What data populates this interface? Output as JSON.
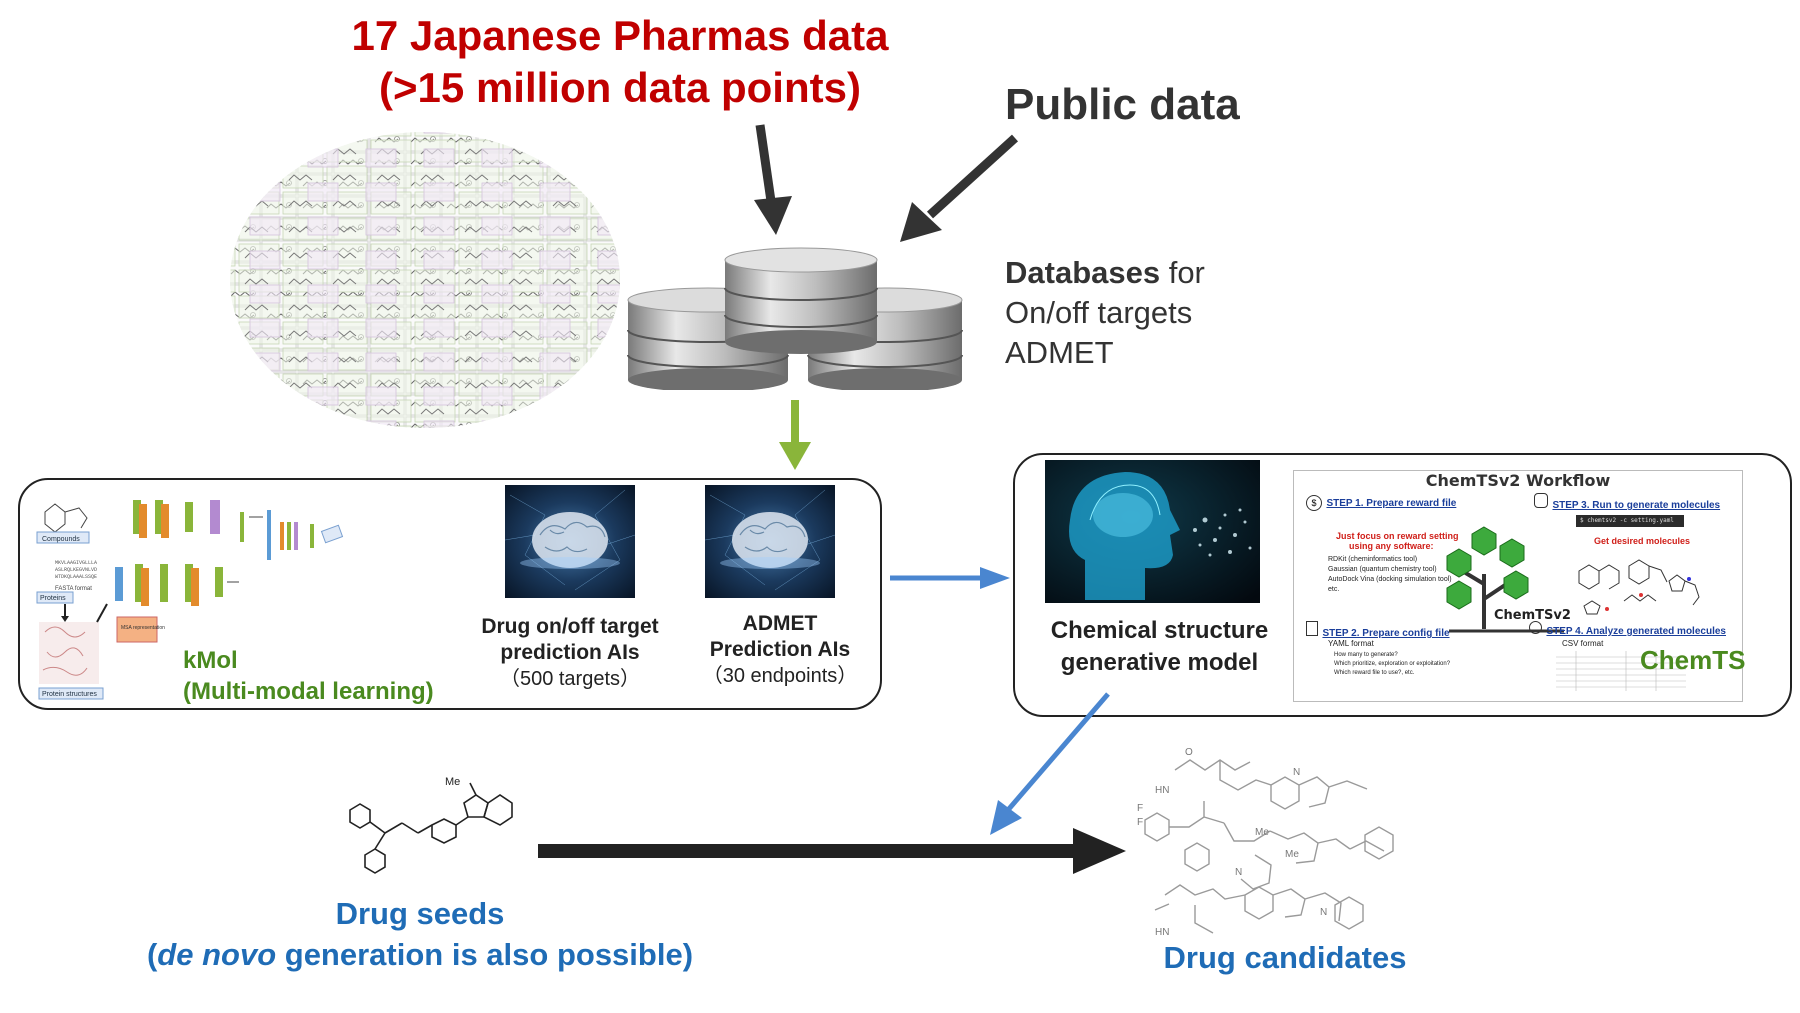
{
  "header": {
    "pharma_line1": "17 Japanese Pharmas data",
    "pharma_line2": "(>15 million data points)",
    "public_data": "Public data"
  },
  "databases": {
    "bold": "Databases",
    "rest": " for",
    "line2": "On/off targets",
    "line3": "ADMET"
  },
  "kmol_panel": {
    "label_line1": "kMol",
    "label_line2": "(Multi-modal learning)",
    "tags": {
      "compounds": "Compounds",
      "proteins": "Proteins",
      "protein_structures": "Protein structures",
      "fasta": "FASTA format",
      "msa": "MSA representation"
    },
    "ai1": {
      "line1": "Drug on/off target",
      "line2": "prediction AIs",
      "line3": "（500 targets）"
    },
    "ai2": {
      "line1": "ADMET",
      "line2": "Prediction AIs",
      "line3": "（30 endpoints）"
    }
  },
  "chemts_panel": {
    "model_line1": "Chemical structure",
    "model_line2": "generative model",
    "workflow_title": "ChemTSv2 Workflow",
    "step1": "STEP 1. Prepare reward file",
    "step2": "STEP 2. Prepare config file",
    "step3": "STEP 3. Run to generate molecules",
    "step4": "STEP 4. Analyze generated molecules",
    "focus_line1": "Just focus on reward setting",
    "focus_line2": "using any software:",
    "bullets": [
      "RDKit (cheminformatics tool)",
      "Gaussian (quantum chemistry tool)",
      "AutoDock Vina (docking simulation tool)",
      "etc."
    ],
    "yaml": "YAML format",
    "yaml_bullets": [
      "How many to generate?",
      "Which prioritize, exploration or exploitation?",
      "Which reward file to use?, etc."
    ],
    "command": "$ chemtsv2 -c setting.yaml",
    "desired": "Get desired molecules",
    "csv": "CSV format",
    "logo": "ChemTSv2",
    "chemts_label": "ChemTS"
  },
  "bottom": {
    "seeds_line1": "Drug seeds",
    "seeds_line2_pre": "(",
    "seeds_line2_italic": "de novo",
    "seeds_line2_post": " generation is also possible)",
    "candidates": "Drug candidates",
    "methyl": "Me"
  },
  "colors": {
    "red": "#c00000",
    "green": "#4a8a1f",
    "blue": "#1f6cb6",
    "arrow_dark": "#333333",
    "arrow_green": "#8ab53a",
    "arrow_blue": "#4a86d0"
  }
}
